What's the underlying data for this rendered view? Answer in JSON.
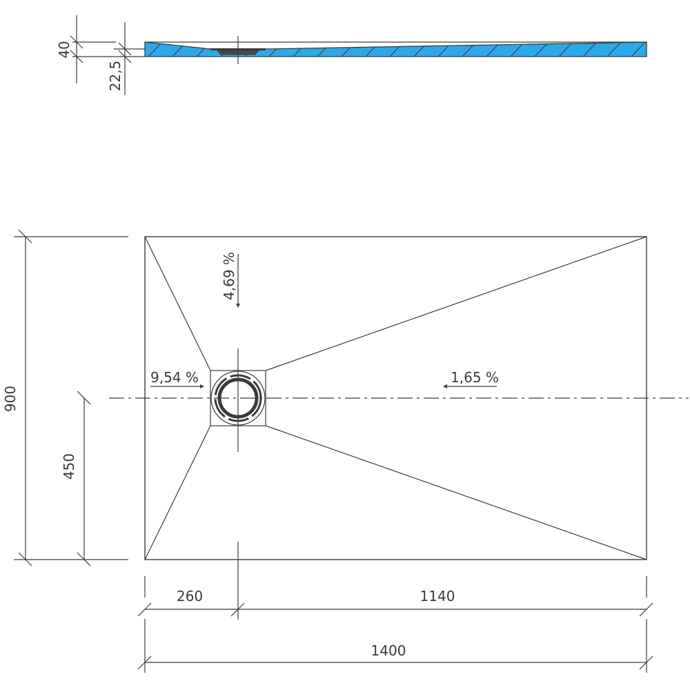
{
  "section_view": {
    "fill_color": "#2ea8e8",
    "dimensions": {
      "total_height": "40",
      "drain_height": "22,5"
    }
  },
  "plan_view": {
    "slopes": {
      "top": "4,69 %",
      "left": "9,54 %",
      "right": "1,65 %"
    },
    "dimensions": {
      "width": "900",
      "drain_offset_y": "450",
      "drain_offset_x": "260",
      "remaining_length": "1140",
      "total_length": "1400"
    }
  }
}
